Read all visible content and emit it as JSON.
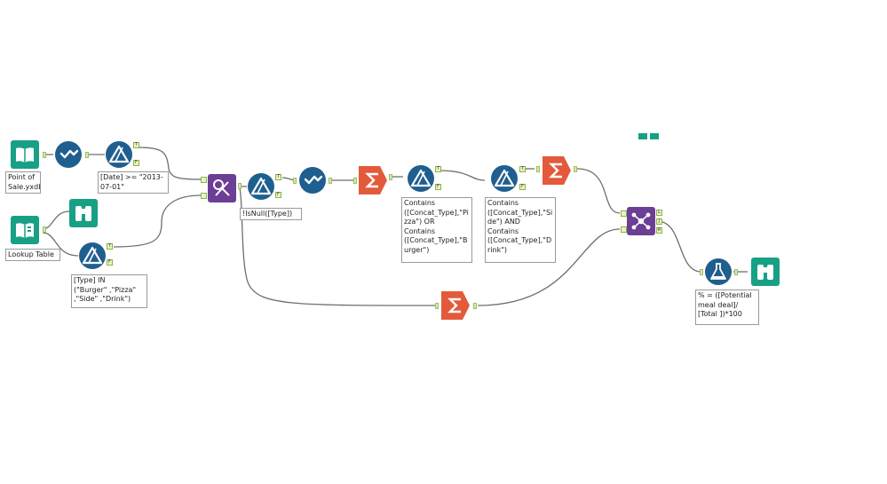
{
  "canvas": {
    "background": "#ffffff"
  },
  "colors": {
    "input_teal": "#17a085",
    "prep_blue": "#1f5f8f",
    "join_purple": "#6a3f95",
    "transform_orange": "#e35a3b",
    "wire": "#6e6e6e",
    "anchor_green": "#8ab34a"
  },
  "annotations": {
    "point_of_sale": "Point of\nSale.yxdb",
    "filter_date": "[Date] >= \"2013-\n07-01\"",
    "lookup_table": "Lookup Table",
    "filter_type_in": "[Type] IN\n(\"Burger\" ,\"Pizza\"\n,\"Side\" ,\"Drink\")",
    "filter_is_null": "!IsNull([Type])",
    "filter_pizza_burger": "Contains\n([Concat_Type],\"Pi\nzza\") OR\nContains\n([Concat_Type],\"B\nurger\")",
    "filter_side_drink": "Contains\n([Concat_Type],\"Si\nde\") AND\nContains\n([Concat_Type],\"D\nrink\")",
    "formula_pct": "% = ([Potential\nmeal deal]/\n[Total ])*100"
  },
  "ports": {
    "true": "T",
    "false": "F",
    "left": "L",
    "join": "J",
    "right": "R"
  },
  "tools": [
    {
      "id": "input-point-of-sale",
      "icon": "book-icon",
      "category": "input"
    },
    {
      "id": "select-1",
      "icon": "checkmark-wave-icon",
      "category": "prep"
    },
    {
      "id": "filter-date",
      "icon": "triangle-filter-icon",
      "category": "prep"
    },
    {
      "id": "input-lookup-table",
      "icon": "book-icon",
      "category": "input"
    },
    {
      "id": "browse-lookup",
      "icon": "binoculars-icon",
      "category": "input"
    },
    {
      "id": "filter-type-in",
      "icon": "triangle-filter-icon",
      "category": "prep"
    },
    {
      "id": "find-replace",
      "icon": "magnifier-scissors-icon",
      "category": "join"
    },
    {
      "id": "filter-is-null",
      "icon": "triangle-filter-icon",
      "category": "prep"
    },
    {
      "id": "select-2",
      "icon": "checkmark-wave-icon",
      "category": "prep"
    },
    {
      "id": "summarize-1",
      "icon": "sigma-icon",
      "category": "transform"
    },
    {
      "id": "filter-pizza-burger",
      "icon": "triangle-filter-icon",
      "category": "prep"
    },
    {
      "id": "filter-side-drink",
      "icon": "triangle-filter-icon",
      "category": "prep"
    },
    {
      "id": "summarize-2",
      "icon": "sigma-icon",
      "category": "transform"
    },
    {
      "id": "summarize-3",
      "icon": "sigma-icon",
      "category": "transform"
    },
    {
      "id": "join-multiple",
      "icon": "network-join-icon",
      "category": "join"
    },
    {
      "id": "formula",
      "icon": "flask-icon",
      "category": "prep"
    },
    {
      "id": "browse-output",
      "icon": "binoculars-icon",
      "category": "input"
    }
  ]
}
